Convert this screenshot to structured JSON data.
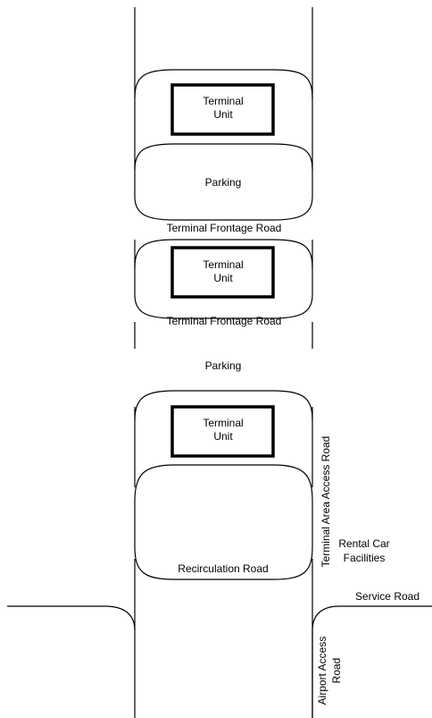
{
  "terminal_units": [
    {
      "line1": "Terminal",
      "line2": "Unit"
    },
    {
      "line1": "Terminal",
      "line2": "Unit"
    },
    {
      "line1": "Terminal",
      "line2": "Unit"
    }
  ],
  "parking_labels": [
    "Parking",
    "Parking"
  ],
  "frontage_road_labels": [
    "Terminal Frontage Road",
    "Terminal Frontage Road"
  ],
  "recirculation_road_label": "Recirculation Road",
  "terminal_area_access_road_label": "Terminal Area Access Road",
  "rental_car": {
    "line1": "Rental Car",
    "line2": "Facilities"
  },
  "service_road_label": "Service Road",
  "airport_access_road": {
    "line1": "Airport Access",
    "line2": "Road"
  },
  "colors": {
    "ink": "#000000",
    "background": "#ffffff"
  }
}
